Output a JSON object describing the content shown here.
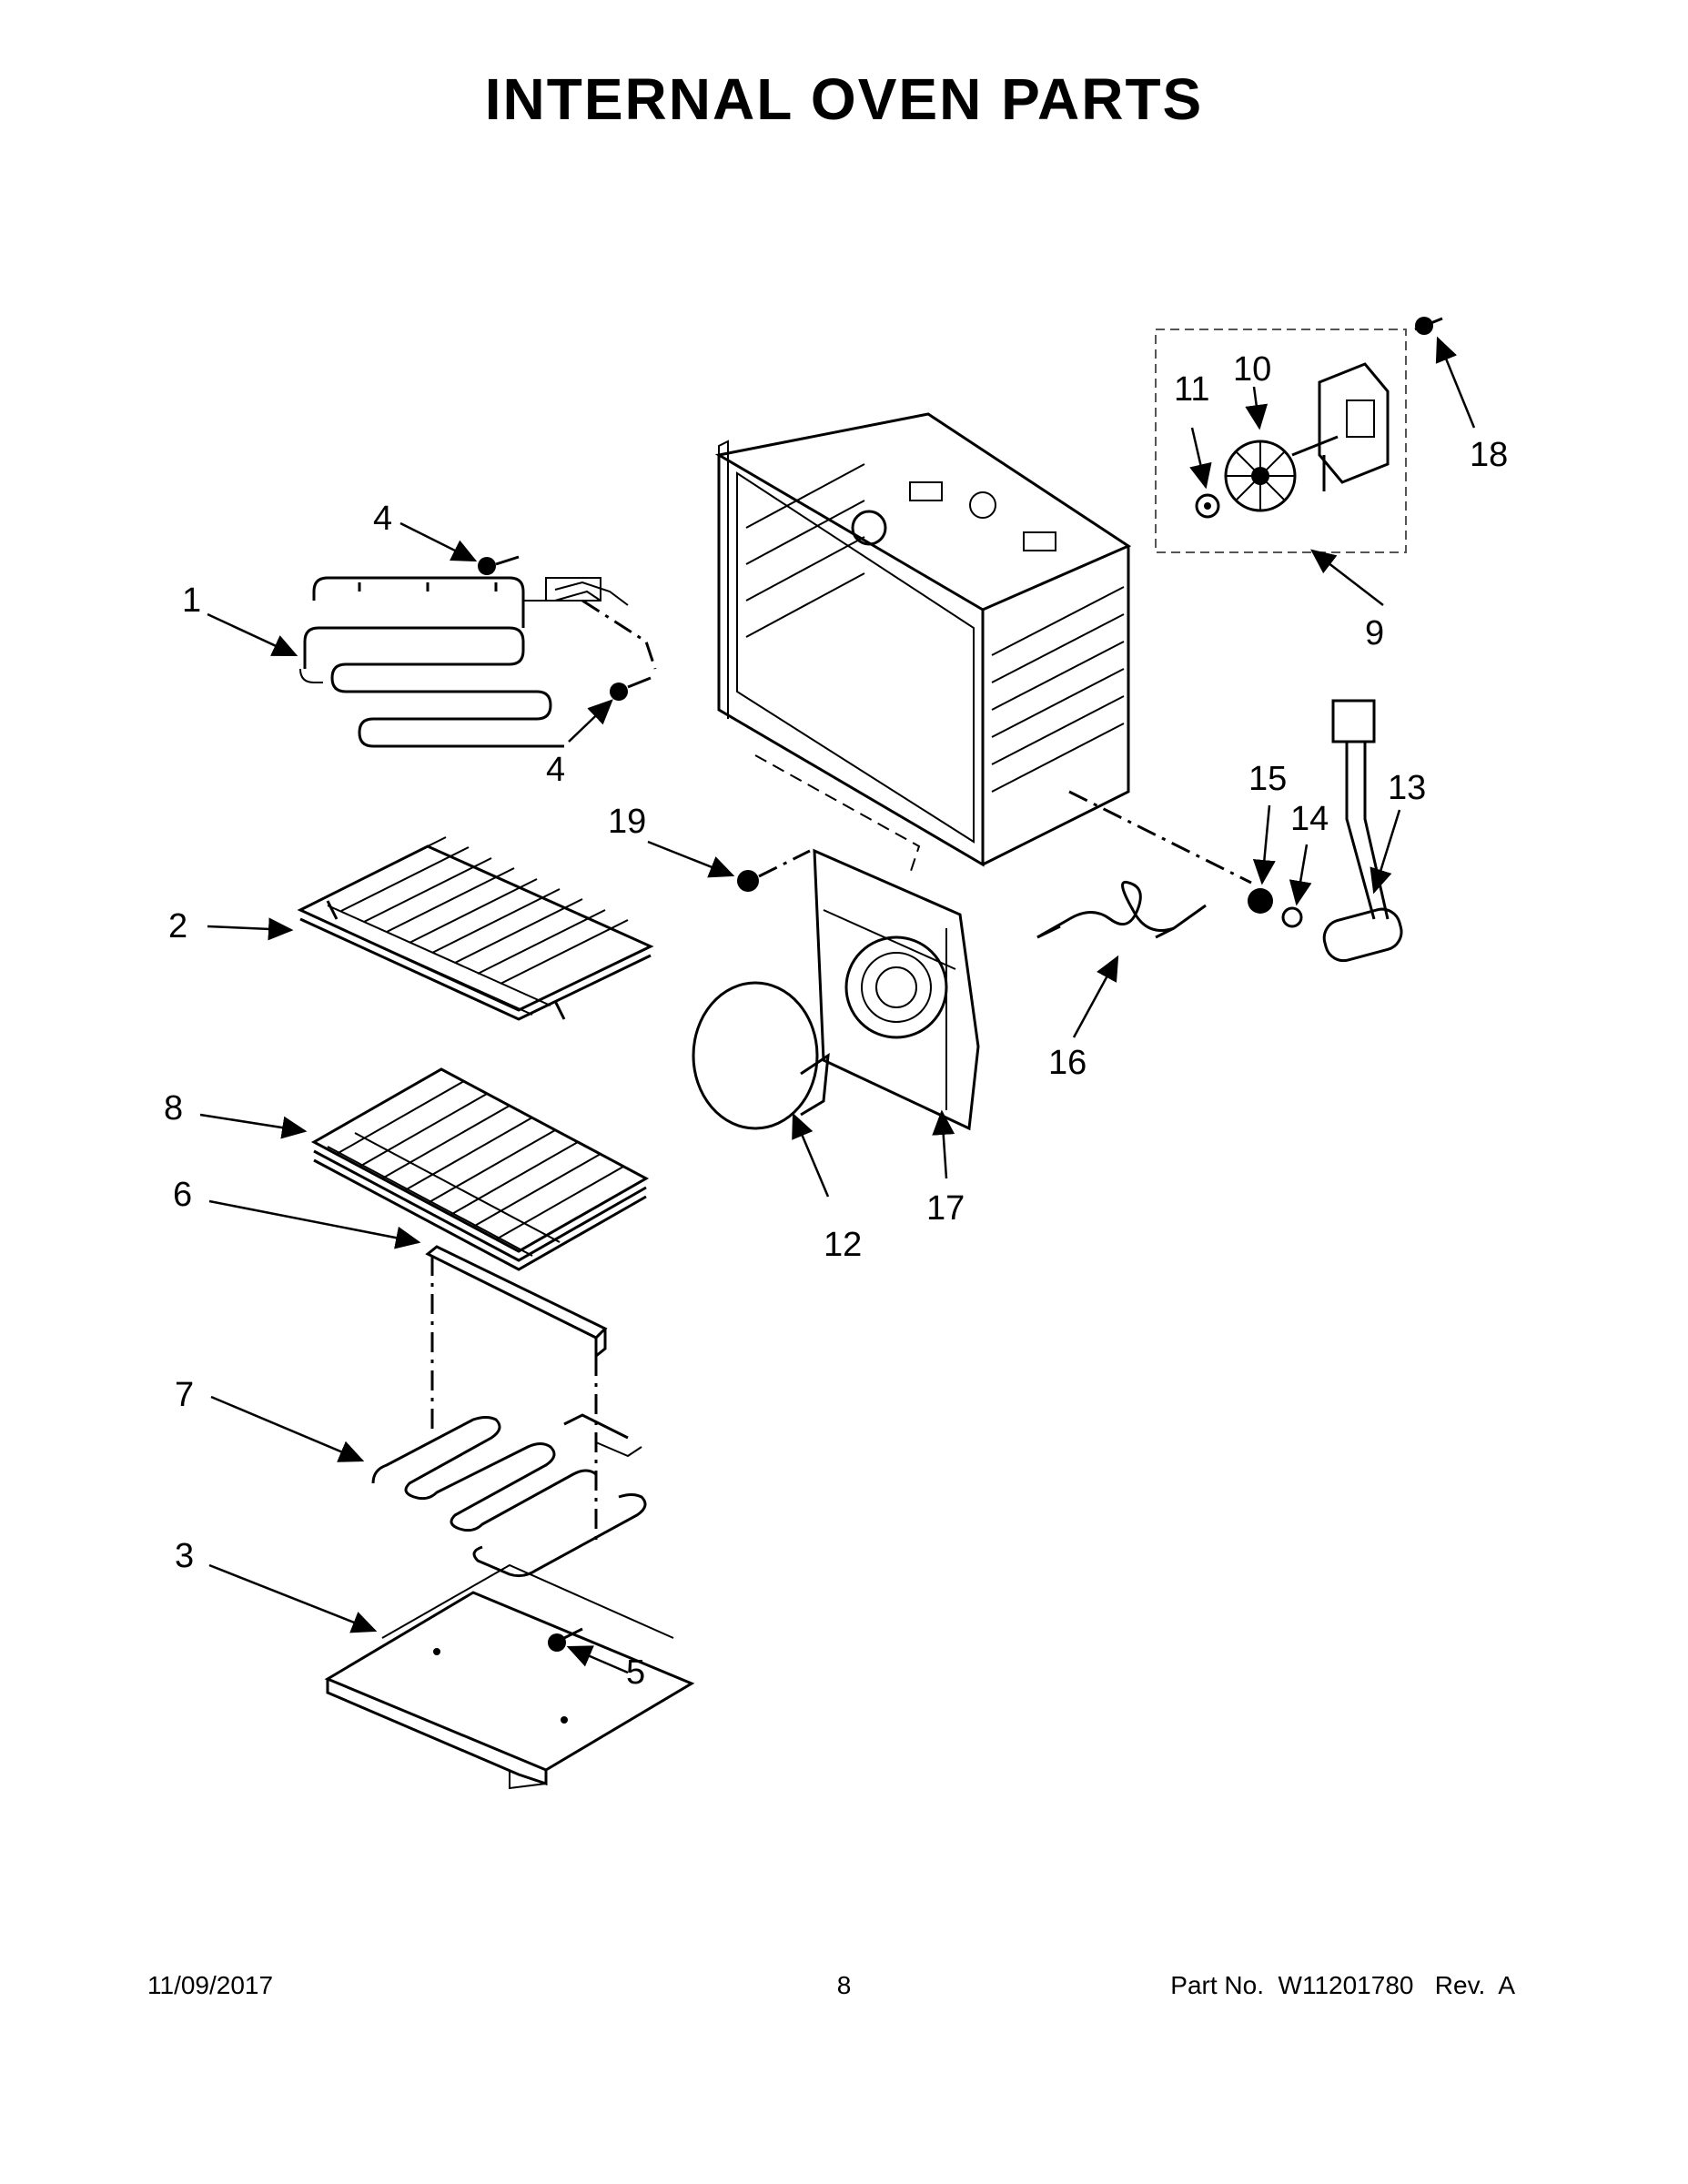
{
  "title": "INTERNAL OVEN PARTS",
  "callouts": {
    "c1": "1",
    "c2": "2",
    "c3": "3",
    "c4a": "4",
    "c4b": "4",
    "c5": "5",
    "c6": "6",
    "c7": "7",
    "c8": "8",
    "c9": "9",
    "c10": "10",
    "c11": "11",
    "c12": "12",
    "c13": "13",
    "c14": "14",
    "c15": "15",
    "c16": "16",
    "c17": "17",
    "c18": "18",
    "c19": "19"
  },
  "footer": {
    "date": "11/09/2017",
    "page": "8",
    "part_no": "Part No.  W11201780   Rev.  A"
  }
}
